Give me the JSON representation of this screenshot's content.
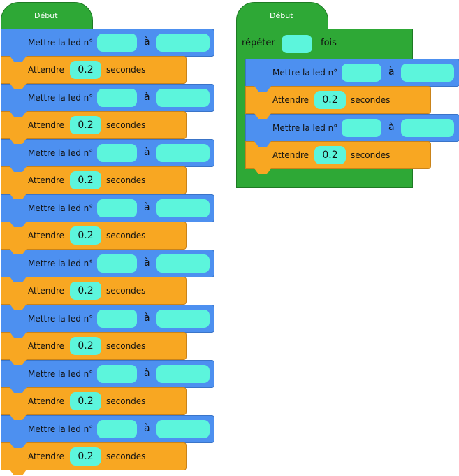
{
  "stack1": {
    "hat_label": "Début",
    "items": [
      {
        "type": "set_led",
        "label": "Mettre la led n°",
        "sep": "à",
        "led": "",
        "value": ""
      },
      {
        "type": "wait",
        "label": "Attendre",
        "value": "0.2",
        "unit": "secondes"
      },
      {
        "type": "set_led",
        "label": "Mettre la led n°",
        "sep": "à",
        "led": "",
        "value": ""
      },
      {
        "type": "wait",
        "label": "Attendre",
        "value": "0.2",
        "unit": "secondes"
      },
      {
        "type": "set_led",
        "label": "Mettre la led n°",
        "sep": "à",
        "led": "",
        "value": ""
      },
      {
        "type": "wait",
        "label": "Attendre",
        "value": "0.2",
        "unit": "secondes"
      },
      {
        "type": "set_led",
        "label": "Mettre la led n°",
        "sep": "à",
        "led": "",
        "value": ""
      },
      {
        "type": "wait",
        "label": "Attendre",
        "value": "0.2",
        "unit": "secondes"
      },
      {
        "type": "set_led",
        "label": "Mettre la led n°",
        "sep": "à",
        "led": "",
        "value": ""
      },
      {
        "type": "wait",
        "label": "Attendre",
        "value": "0.2",
        "unit": "secondes"
      },
      {
        "type": "set_led",
        "label": "Mettre la led n°",
        "sep": "à",
        "led": "",
        "value": ""
      },
      {
        "type": "wait",
        "label": "Attendre",
        "value": "0.2",
        "unit": "secondes"
      },
      {
        "type": "set_led",
        "label": "Mettre la led n°",
        "sep": "à",
        "led": "",
        "value": ""
      },
      {
        "type": "wait",
        "label": "Attendre",
        "value": "0.2",
        "unit": "secondes"
      },
      {
        "type": "set_led",
        "label": "Mettre la led n°",
        "sep": "à",
        "led": "",
        "value": ""
      },
      {
        "type": "wait",
        "label": "Attendre",
        "value": "0.2",
        "unit": "secondes"
      }
    ]
  },
  "stack2": {
    "hat_label": "Début",
    "repeat_label": "répéter",
    "repeat_count": "",
    "repeat_unit": "fois",
    "items": [
      {
        "type": "set_led",
        "label": "Mettre la led n°",
        "sep": "à",
        "led": "",
        "value": ""
      },
      {
        "type": "wait",
        "label": "Attendre",
        "value": "0.2",
        "unit": "secondes"
      },
      {
        "type": "set_led",
        "label": "Mettre la led n°",
        "sep": "à",
        "led": "",
        "value": ""
      },
      {
        "type": "wait",
        "label": "Attendre",
        "value": "0.2",
        "unit": "secondes"
      }
    ]
  },
  "colors": {
    "hat": "#2ea836",
    "set_led": "#4d90f0",
    "wait": "#f8a722",
    "slot": "#5cf5dc"
  }
}
